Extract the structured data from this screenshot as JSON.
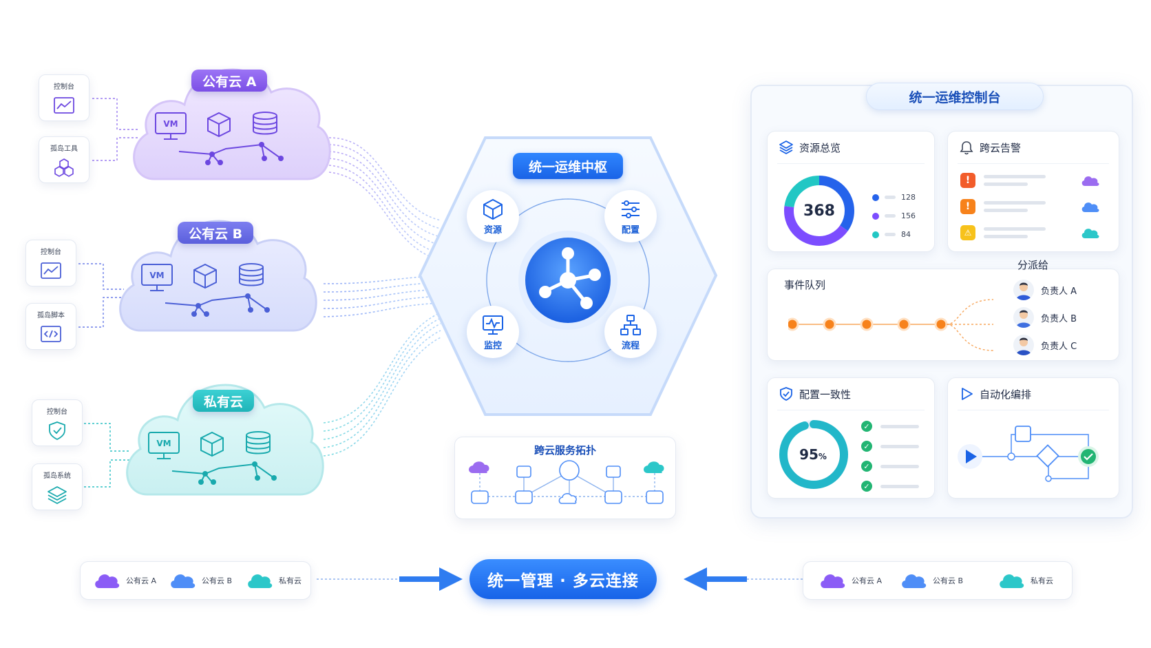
{
  "colors": {
    "purple": "#8b5cf6",
    "indigo": "#6d72e8",
    "teal": "#2cc7c9",
    "blue": "#1a63e6",
    "orange": "#f7821b",
    "green": "#22b573",
    "red": "#f25c2a",
    "yellow": "#f7c21b"
  },
  "clouds": [
    {
      "label": "公有云 A",
      "vm": "VM",
      "tools": [
        {
          "label": "控制台",
          "icon": "line-chart-icon"
        },
        {
          "label": "孤岛工具",
          "icon": "hexagons-icon"
        }
      ]
    },
    {
      "label": "公有云 B",
      "vm": "VM",
      "tools": [
        {
          "label": "控制台",
          "icon": "line-chart-icon"
        },
        {
          "label": "孤岛脚本",
          "icon": "code-icon"
        }
      ]
    },
    {
      "label": "私有云",
      "vm": "VM",
      "tools": [
        {
          "label": "控制台",
          "icon": "shield-icon"
        },
        {
          "label": "孤岛系统",
          "icon": "layers-icon"
        }
      ]
    }
  ],
  "hub": {
    "title": "统一运维中枢",
    "nodes": [
      {
        "label": "资源",
        "icon": "cube-icon"
      },
      {
        "label": "配置",
        "icon": "sliders-icon"
      },
      {
        "label": "监控",
        "icon": "monitor-icon"
      },
      {
        "label": "流程",
        "icon": "flow-icon"
      }
    ]
  },
  "topology": {
    "title": "跨云服务拓扑"
  },
  "console": {
    "title": "统一运维控制台",
    "resources": {
      "title": "资源总览",
      "total": "368",
      "legend": [
        {
          "value": "128",
          "color": "#2563eb"
        },
        {
          "value": "156",
          "color": "#7c4dff"
        },
        {
          "value": "84",
          "color": "#22c7c4"
        }
      ]
    },
    "alerts": {
      "title": "跨云告警",
      "items": [
        {
          "badge": "!",
          "color": "#f25c2a",
          "cloud": "#9b6cf0"
        },
        {
          "badge": "!",
          "color": "#f7821b",
          "cloud": "#4f8ef7"
        },
        {
          "badge": "⚠",
          "color": "#f7c21b",
          "cloud": "#2cc7c9"
        }
      ]
    },
    "events": {
      "title": "事件队列",
      "assign_title": "分派给",
      "assignees": [
        "负责人 A",
        "负责人 B",
        "负责人 C"
      ]
    },
    "consistency": {
      "title": "配置一致性",
      "value": "95",
      "unit": "%",
      "fraction": 0.95
    },
    "automation": {
      "title": "自动化编排"
    }
  },
  "bottom": {
    "banner": "统一管理 · 多云连接",
    "left": [
      {
        "label": "公有云 A",
        "color": "#8b5cf6"
      },
      {
        "label": "公有云 B",
        "color": "#4f8ef7"
      },
      {
        "label": "私有云",
        "color": "#2cc7c9"
      }
    ],
    "right": [
      {
        "label": "公有云 A",
        "color": "#8b5cf6"
      },
      {
        "label": "公有云 B",
        "color": "#4f8ef7"
      },
      {
        "label": "私有云",
        "color": "#2cc7c9"
      }
    ]
  }
}
